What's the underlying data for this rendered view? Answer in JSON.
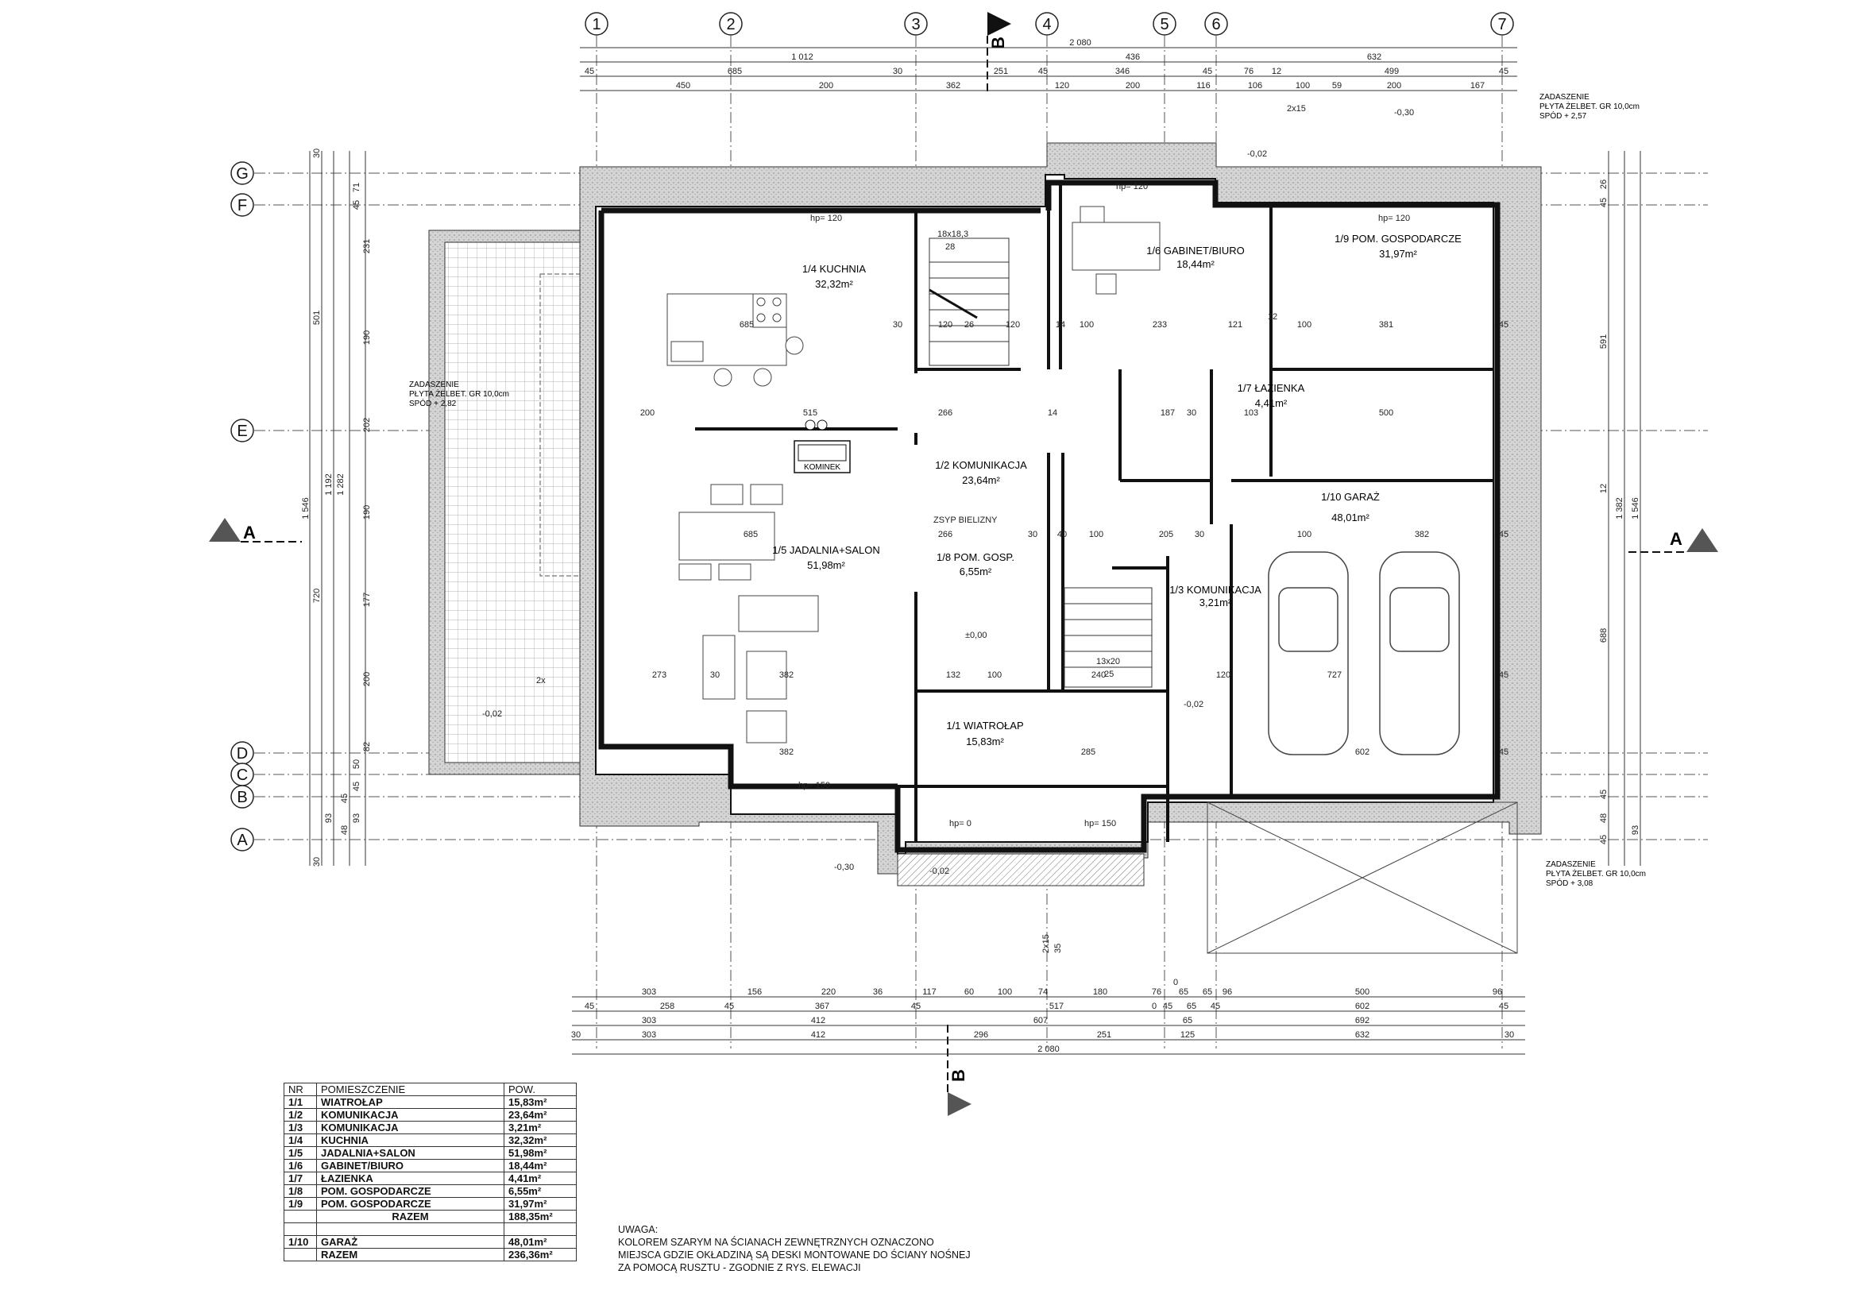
{
  "axes_vertical": [
    "1",
    "2",
    "3",
    "4",
    "5",
    "6",
    "7"
  ],
  "axes_horizontal": [
    "G",
    "F",
    "E",
    "D",
    "C",
    "B",
    "A"
  ],
  "section_a": "A",
  "section_b": "B",
  "top_dims": {
    "total": "2 080",
    "row1": [
      "1 012",
      "436",
      "632"
    ],
    "row2": [
      "45",
      "685",
      "30",
      "251",
      "45",
      "346",
      "45",
      "76",
      "12",
      "499",
      "45"
    ],
    "row3": [
      "450",
      "200",
      "362",
      "120",
      "200",
      "116",
      "106",
      "100",
      "59",
      "200",
      "167"
    ]
  },
  "bottom_dims": {
    "total": "2 080",
    "row1": [
      "303",
      "156",
      "220",
      "36",
      "117",
      "60",
      "100",
      "74",
      "180",
      "76",
      "65",
      "65",
      "96",
      "500",
      "96",
      "0"
    ],
    "row2": [
      "45",
      "258",
      "45",
      "367",
      "45",
      "517",
      "0",
      "45",
      "65",
      "45",
      "602",
      "45"
    ],
    "row3": [
      "303",
      "412",
      "607",
      "65",
      "692"
    ],
    "row4": [
      "30",
      "303",
      "412",
      "296",
      "251",
      "125",
      "632",
      "30"
    ]
  },
  "left_dims": [
    "30",
    "71",
    "45",
    "231",
    "190",
    "202",
    "190",
    "177",
    "200",
    "82",
    "50",
    "45",
    "93",
    "48",
    "45",
    "93",
    "30"
  ],
  "left_totals": [
    "501",
    "720",
    "1 282",
    "1 192",
    "1 546"
  ],
  "right_dims": [
    "26",
    "45",
    "591",
    "12",
    "688",
    "45",
    "48",
    "45",
    "93"
  ],
  "right_totals": [
    "1 382",
    "1 546"
  ],
  "rooms": [
    {
      "name": "1/4 KUCHNIA",
      "area": "32,32m²"
    },
    {
      "name": "1/5 JADALNIA+SALON",
      "area": "51,98m²"
    },
    {
      "name": "1/2 KOMUNIKACJA",
      "area": "23,64m²"
    },
    {
      "name": "1/6 GABINET/BIURO",
      "area": "18,44m²"
    },
    {
      "name": "1/9 POM. GOSPODARCZE",
      "area": "31,97m²"
    },
    {
      "name": "1/7 ŁAZIENKA",
      "area": "4,41m²"
    },
    {
      "name": "1/10 GARAŻ",
      "area": "48,01m²"
    },
    {
      "name": "1/8 POM. GOSP.",
      "area": "6,55m²"
    },
    {
      "name": "1/3 KOMUNIKACJA",
      "area": "3,21m²"
    },
    {
      "name": "1/1 WIATROŁAP",
      "area": "15,83m²"
    }
  ],
  "labels": {
    "kominek": "KOMINEK",
    "zsyp": "ZSYP BIELIZNY",
    "stairs_top": "18x18,3",
    "stairs_top_n": "28",
    "stairs_bot": "13x20",
    "stairs_bot_n": "25",
    "level_zero": "±0,00",
    "lvl_m002": "-0,02",
    "lvl_m030": "-0,30",
    "hp120": "hp= 120",
    "hp150": "hp= 150",
    "hp0": "hp= 0",
    "x2x15": "2x15",
    "x2x": "2x",
    "n35": "35"
  },
  "canopies": [
    {
      "l1": "ZADASZENIE",
      "l2": "PŁYTA ŻELBET. GR 10,0cm",
      "l3": "SPÓD + 2,82"
    },
    {
      "l1": "ZADASZENIE",
      "l2": "PŁYTA ŻELBET. GR 10,0cm",
      "l3": "SPÓD + 2,57"
    },
    {
      "l1": "ZADASZENIE",
      "l2": "PŁYTA ŻELBET. GR 10,0cm",
      "l3": "SPÓD + 3,08"
    }
  ],
  "interior_dims": [
    "685",
    "515",
    "200",
    "266",
    "266",
    "100",
    "233",
    "381",
    "500",
    "685",
    "382",
    "273",
    "382",
    "132",
    "100",
    "285",
    "727",
    "602",
    "120",
    "26",
    "120",
    "120",
    "100",
    "121",
    "12",
    "100",
    "187",
    "103",
    "205",
    "100",
    "382",
    "30",
    "40",
    "240",
    "30",
    "30",
    "30",
    "14",
    "14",
    "30",
    "45",
    "45",
    "45",
    "45"
  ],
  "legend": {
    "headers": [
      "NR",
      "POMIESZCZENIE",
      "POW."
    ],
    "rows": [
      {
        "nr": "1/1",
        "name": "WIATROŁAP",
        "area": "15,83m²"
      },
      {
        "nr": "1/2",
        "name": "KOMUNIKACJA",
        "area": "23,64m²"
      },
      {
        "nr": "1/3",
        "name": "KOMUNIKACJA",
        "area": "3,21m²"
      },
      {
        "nr": "1/4",
        "name": "KUCHNIA",
        "area": "32,32m²"
      },
      {
        "nr": "1/5",
        "name": "JADALNIA+SALON",
        "area": "51,98m²"
      },
      {
        "nr": "1/6",
        "name": "GABINET/BIURO",
        "area": "18,44m²"
      },
      {
        "nr": "1/7",
        "name": "ŁAZIENKA",
        "area": "4,41m²"
      },
      {
        "nr": "1/8",
        "name": "POM. GOSPODARCZE",
        "area": "6,55m²"
      },
      {
        "nr": "1/9",
        "name": "POM. GOSPODARCZE",
        "area": "31,97m²"
      }
    ],
    "razem1_label": "RAZEM",
    "razem1": "188,35m²",
    "garage_nr": "1/10",
    "garage_name": "GARAŻ",
    "garage_area": "48,01m²",
    "razem2_label": "RAZEM",
    "razem2": "236,36m²"
  },
  "note": {
    "title": "UWAGA:",
    "lines": [
      "KOLOREM SZARYM NA ŚCIANACH ZEWNĘTRZNYCH OZNACZONO",
      "MIEJSCA GDZIE OKŁADZINĄ SĄ DESKI MONTOWANE DO ŚCIANY NOŚNEJ",
      "ZA POMOCĄ RUSZTU - ZGODNIE Z RYS. ELEWACJI"
    ]
  }
}
